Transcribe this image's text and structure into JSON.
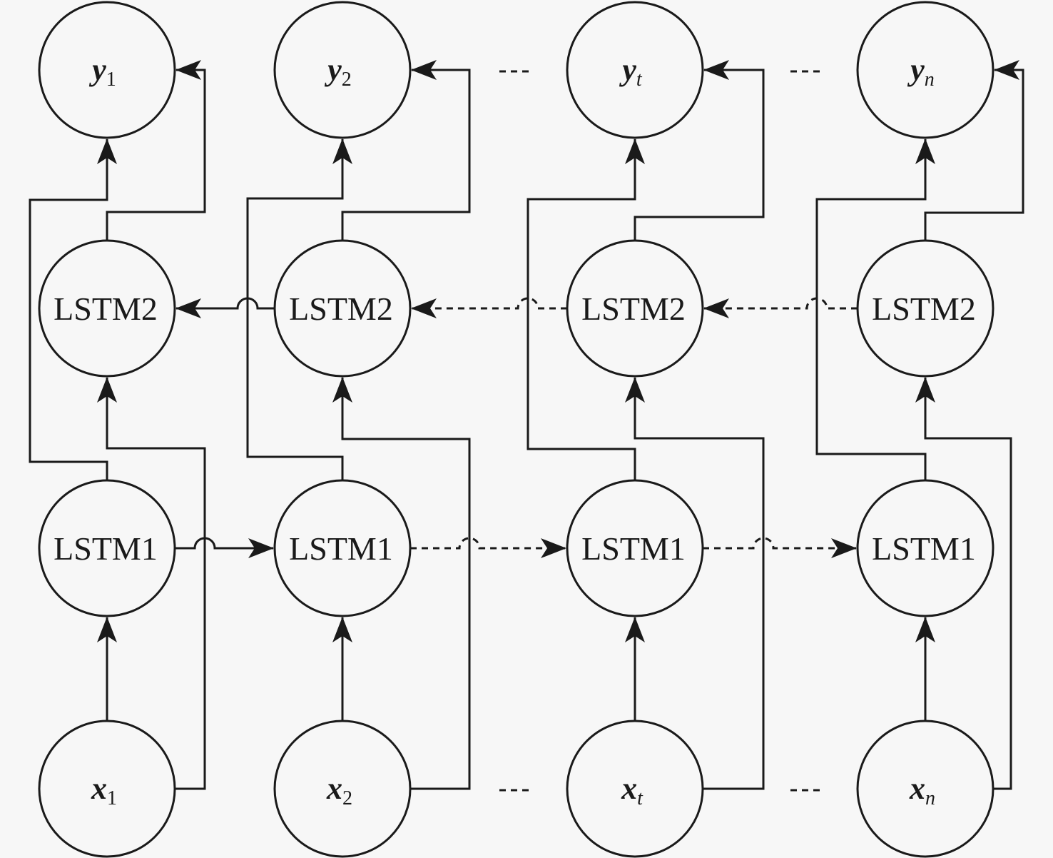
{
  "diagram": {
    "outputs": [
      {
        "var": "y",
        "sub": "1"
      },
      {
        "var": "y",
        "sub": "2"
      },
      {
        "var": "y",
        "sub": "t"
      },
      {
        "var": "y",
        "sub": "n"
      }
    ],
    "layer2": [
      "LSTM2",
      "LSTM2",
      "LSTM2",
      "LSTM2"
    ],
    "layer1": [
      "LSTM1",
      "LSTM1",
      "LSTM1",
      "LSTM1"
    ],
    "inputs": [
      {
        "var": "x",
        "sub": "1"
      },
      {
        "var": "x",
        "sub": "2"
      },
      {
        "var": "x",
        "sub": "t"
      },
      {
        "var": "x",
        "sub": "n"
      }
    ],
    "colors": {
      "stroke": "#1a1a1a",
      "background": "#f7f7f7"
    }
  }
}
